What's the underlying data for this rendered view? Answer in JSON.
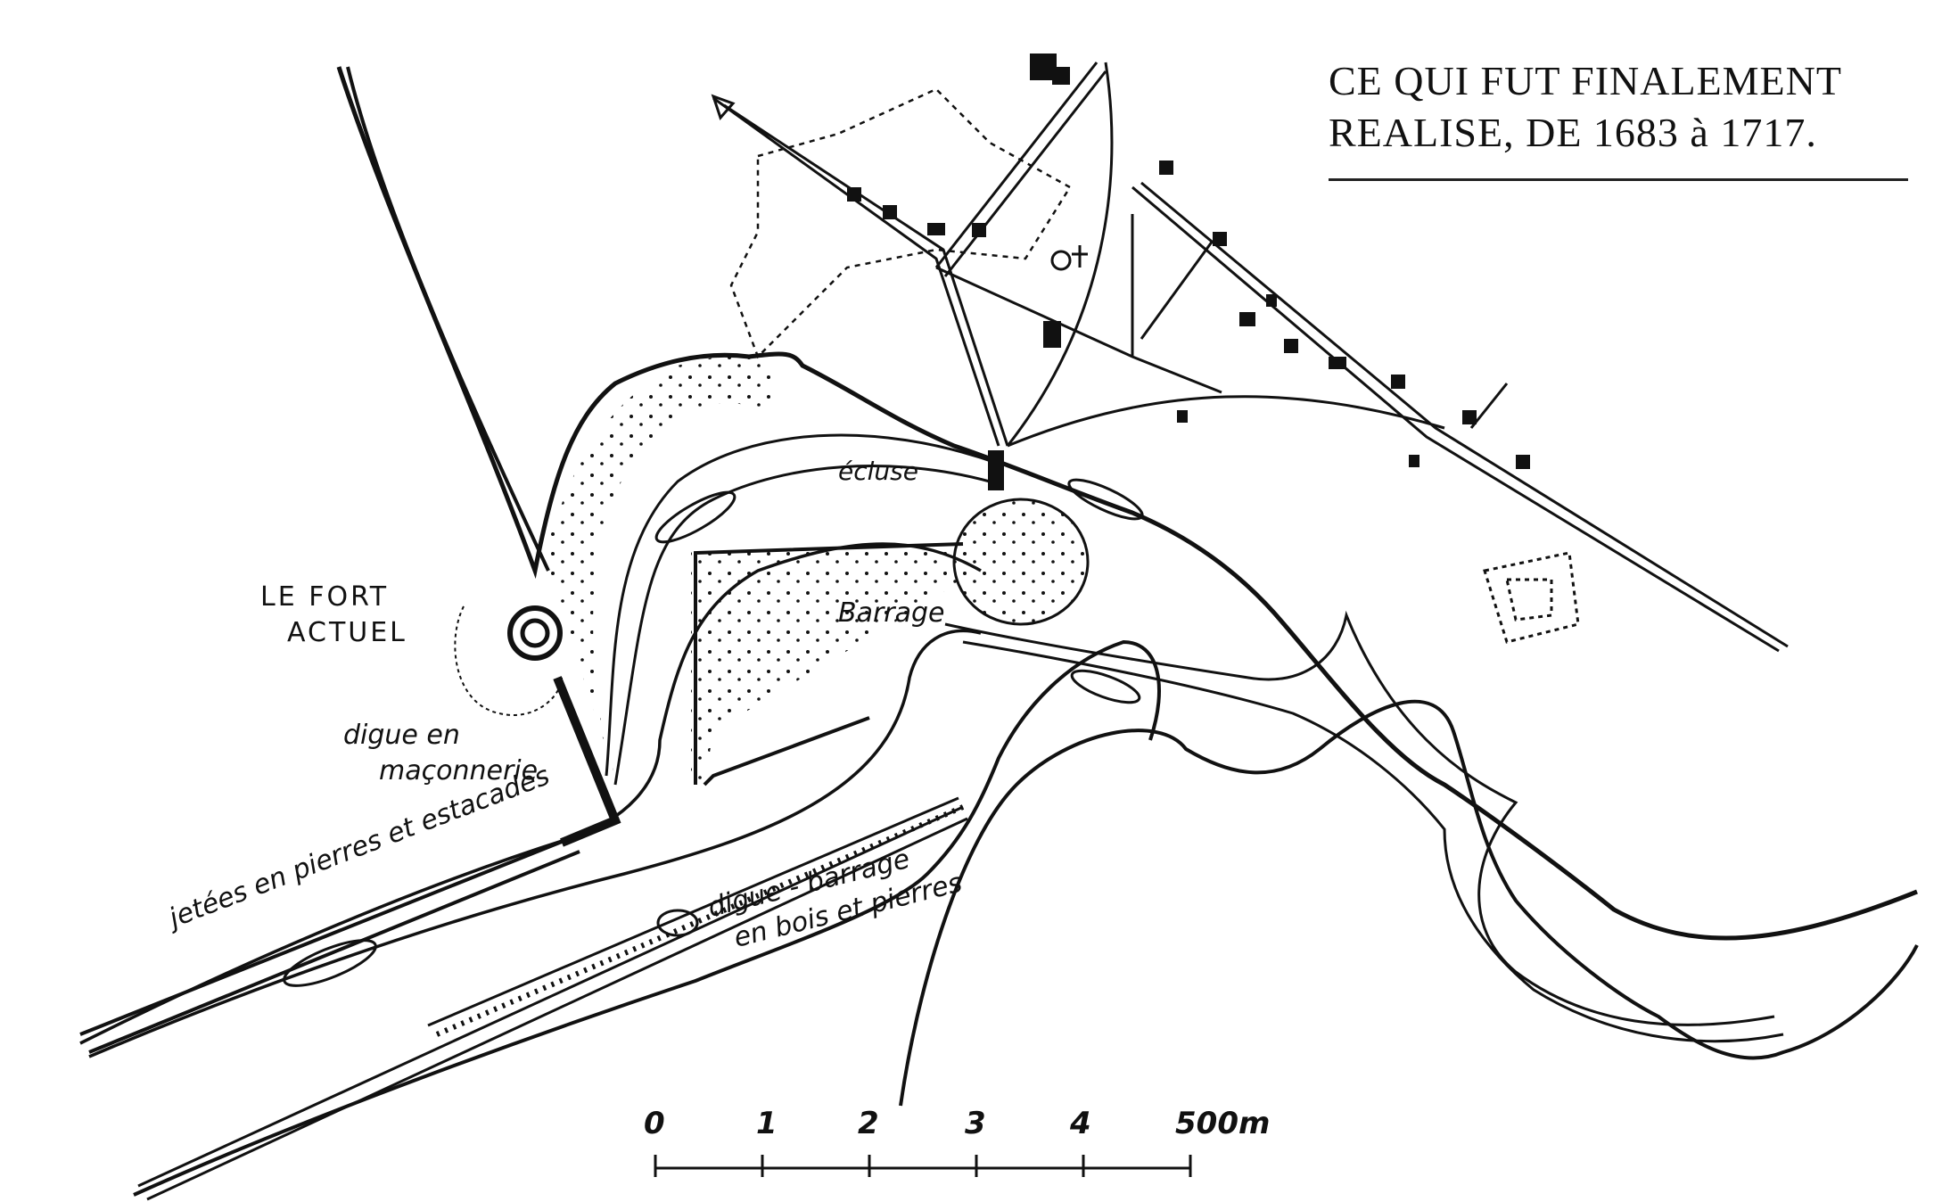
{
  "title": {
    "line1": "CE QUI FUT FINALEMENT",
    "line2": "REALISE, DE 1683 à 1717."
  },
  "labels": {
    "fort_line1": "LE FORT",
    "fort_line2": "ACTUEL",
    "ecluse": "écluse",
    "barrage": "Barrage",
    "digue_maconnerie_line1": "digue en",
    "digue_maconnerie_line2": "maçonnerie",
    "jetees": "jetées en pierres et estacades",
    "digue_barrage_line1": "digue - barrage",
    "digue_barrage_line2": "en bois et pierres"
  },
  "scale_bar": {
    "ticks": [
      "0",
      "1",
      "2",
      "3",
      "4",
      "500m"
    ]
  },
  "icons": {
    "fort": "fort-icon",
    "church": "church-cross-icon",
    "north_arrow": "road-arrow-icon",
    "star_fort": "star-fort-icon"
  },
  "colors": {
    "ink": "#111111",
    "paper": "#ffffff"
  }
}
